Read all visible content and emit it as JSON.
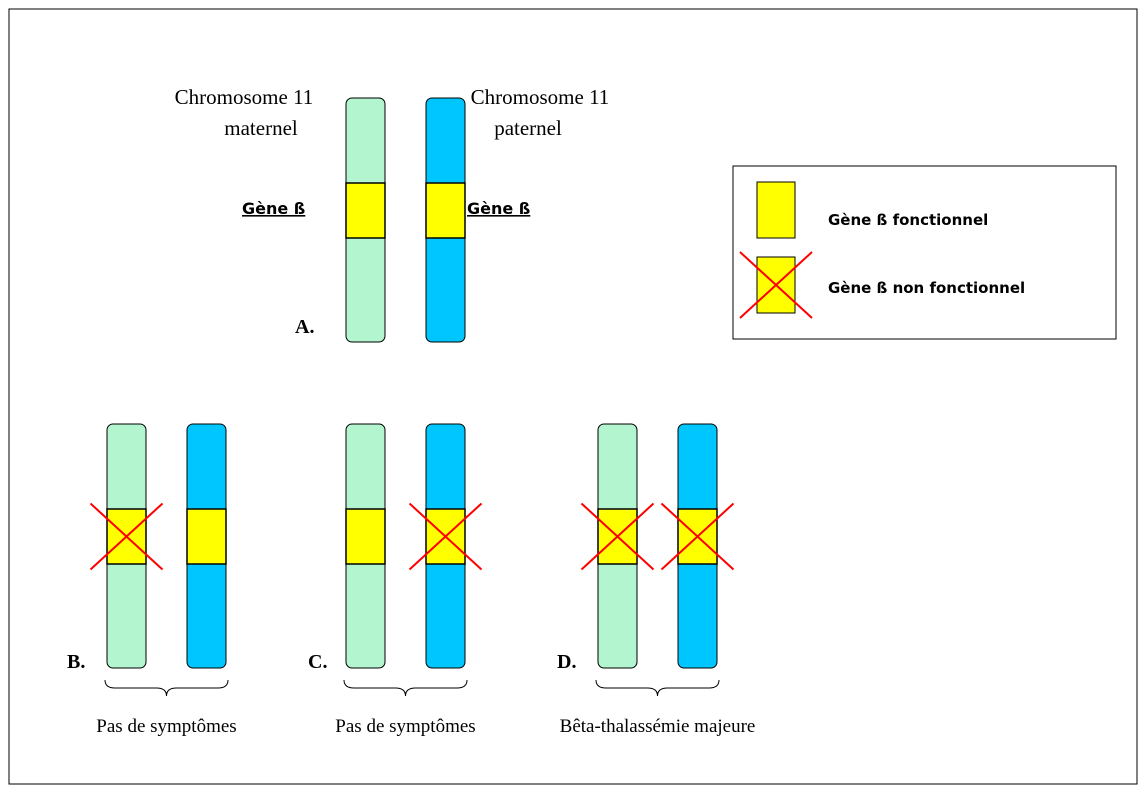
{
  "colors": {
    "maternal": "#b3f5cf",
    "paternal": "#00c6ff",
    "gene": "#ffff00",
    "cross": "#ff0000",
    "outline": "#000000",
    "background": "#ffffff"
  },
  "labels": {
    "maternal_line1": "Chromosome 11",
    "maternal_line2": "maternel",
    "paternal_line1": "Chromosome 11",
    "paternal_line2": "paternel",
    "gene_left": "Gène ß",
    "gene_right": "Gène ß"
  },
  "legend": {
    "functional": "Gène ß fonctionnel",
    "nonfunctional": "Gène ß non fonctionnel"
  },
  "panels": [
    {
      "id": "A",
      "label": "A.",
      "maternal_gene_functional": true,
      "paternal_gene_functional": true,
      "caption": ""
    },
    {
      "id": "B",
      "label": "B.",
      "maternal_gene_functional": false,
      "paternal_gene_functional": true,
      "caption": "Pas de symptômes"
    },
    {
      "id": "C",
      "label": "C.",
      "maternal_gene_functional": true,
      "paternal_gene_functional": false,
      "caption": "Pas de symptômes"
    },
    {
      "id": "D",
      "label": "D.",
      "maternal_gene_functional": false,
      "paternal_gene_functional": false,
      "caption": "Bêta-thalassémie majeure"
    }
  ]
}
